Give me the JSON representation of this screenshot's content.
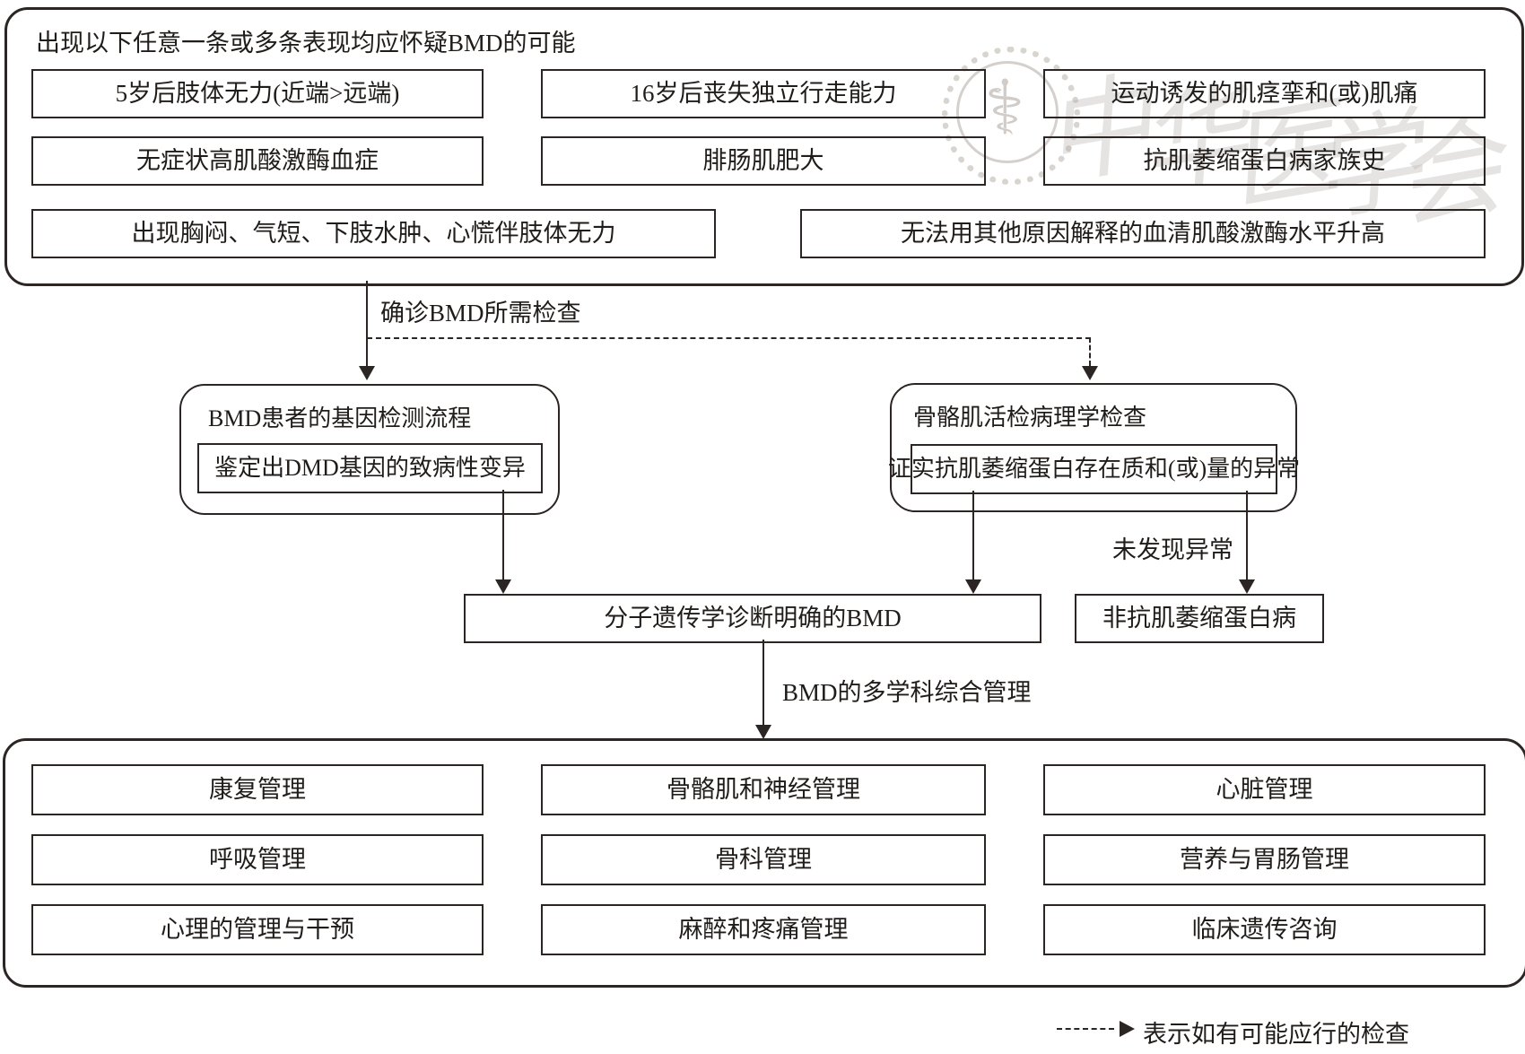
{
  "suspicion": {
    "title": "出现以下任意一条或多条表现均应怀疑BMD的可能",
    "items": [
      "5岁后肢体无力(近端>远端)",
      "16岁后丧失独立行走能力",
      "运动诱发的肌痉挛和(或)肌痛",
      "无症状高肌酸激酶血症",
      "腓肠肌肥大",
      "抗肌萎缩蛋白病家族史",
      "出现胸闷、气短、下肢水肿、心慌伴肢体无力",
      "无法用其他原因解释的血清肌酸激酶水平升高"
    ]
  },
  "flow": {
    "exam_label": "确诊BMD所需检查",
    "genetic": {
      "title": "BMD患者的基因检测流程",
      "result": "鉴定出DMD基因的致病性变异"
    },
    "biopsy": {
      "title": "骨骼肌活检病理学检查",
      "result": "证实抗肌萎缩蛋白存在质和(或)量的异常"
    },
    "no_abnormality_label": "未发现异常",
    "confirmed": "分子遗传学诊断明确的BMD",
    "non_dystrophin": "非抗肌萎缩蛋白病",
    "management_label": "BMD的多学科综合管理"
  },
  "management": {
    "items": [
      "康复管理",
      "骨骼肌和神经管理",
      "心脏管理",
      "呼吸管理",
      "骨科管理",
      "营养与胃肠管理",
      "心理的管理与干预",
      "麻醉和疼痛管理",
      "临床遗传咨询"
    ]
  },
  "legend": {
    "label": "表示如有可能应行的检查"
  },
  "watermark": {
    "text": "中华医学会",
    "chars": [
      "中",
      "华",
      "医",
      "学",
      "会"
    ],
    "symbol": "⚕"
  },
  "colors": {
    "line": "#2b2523",
    "text": "#201c1a",
    "background": "#ffffff",
    "watermark": "#b9b1ab"
  }
}
